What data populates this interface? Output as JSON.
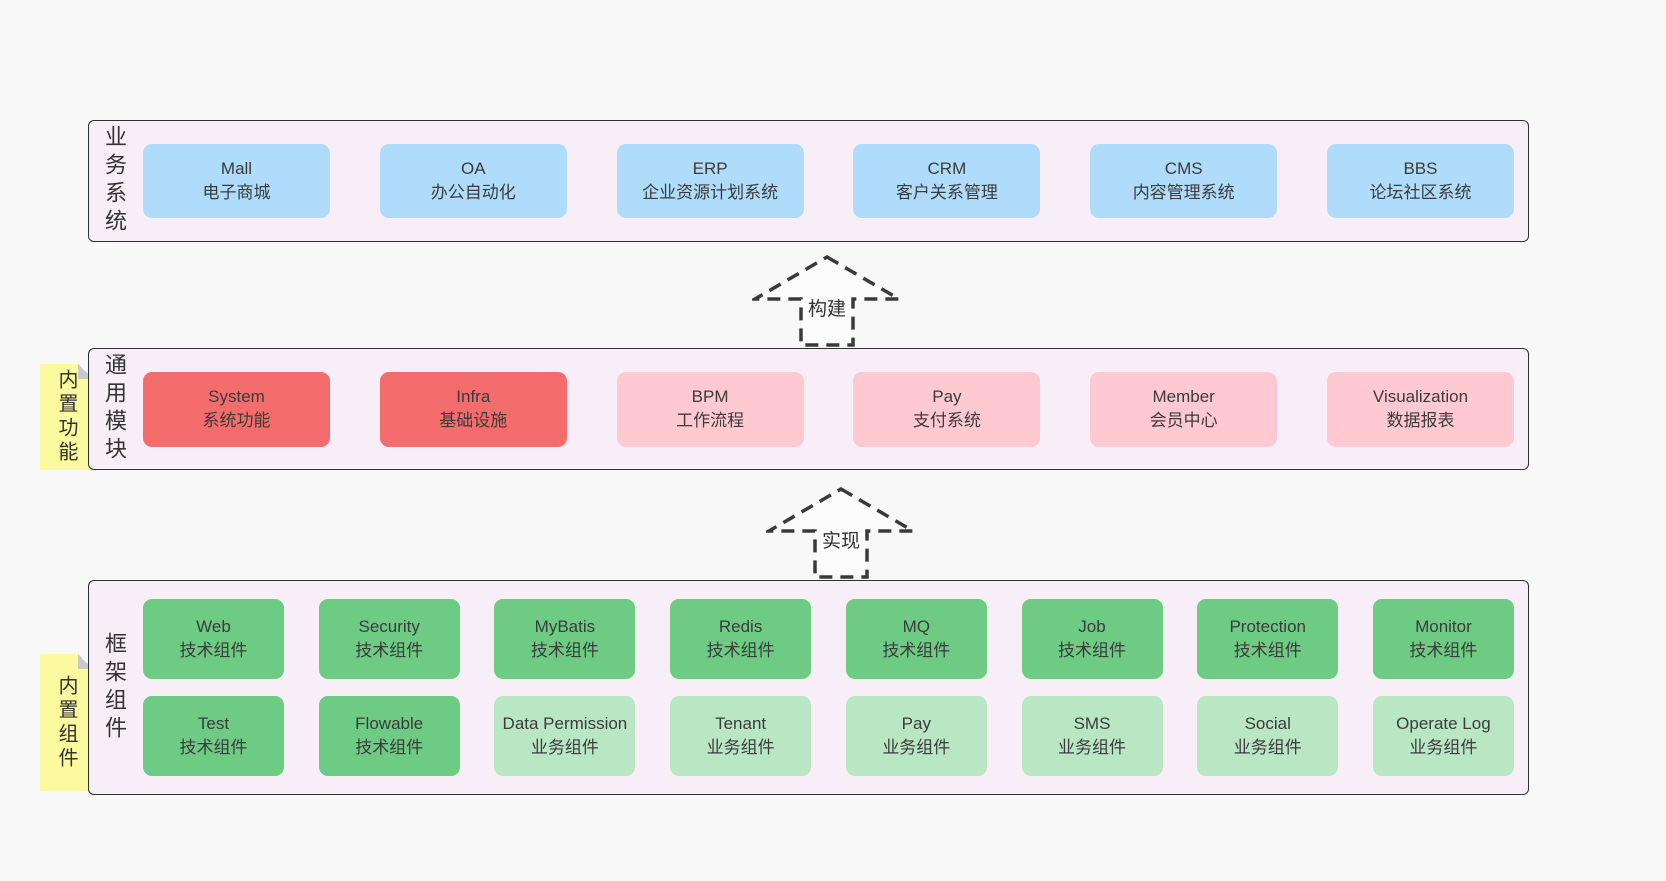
{
  "colors": {
    "page_background": "#f9f8f9",
    "layer_background": "#f8eef7",
    "layer_border": "#2f2f2f",
    "blue_box": "#aedcfa",
    "red_box": "#f56c6c",
    "pink_box": "#ffc9d2",
    "green_box": "#6ecb84",
    "light_green_box": "#b9e7c4",
    "sticky_note": "#fbfa9e",
    "sticky_fold": "#c9c9c9",
    "text": "#3b3b3b"
  },
  "business_layer": {
    "label": "业务系统",
    "boxes": [
      {
        "title": "Mall",
        "subtitle": "电子商城"
      },
      {
        "title": "OA",
        "subtitle": "办公自动化"
      },
      {
        "title": "ERP",
        "subtitle": "企业资源计划系统"
      },
      {
        "title": "CRM",
        "subtitle": "客户关系管理"
      },
      {
        "title": "CMS",
        "subtitle": "内容管理系统"
      },
      {
        "title": "BBS",
        "subtitle": "论坛社区系统"
      }
    ]
  },
  "common_layer": {
    "label": "通用模块",
    "sticky": "内置功能",
    "boxes": [
      {
        "title": "System",
        "subtitle": "系统功能"
      },
      {
        "title": "Infra",
        "subtitle": "基础设施"
      },
      {
        "title": "BPM",
        "subtitle": "工作流程"
      },
      {
        "title": "Pay",
        "subtitle": "支付系统"
      },
      {
        "title": "Member",
        "subtitle": "会员中心"
      },
      {
        "title": "Visualization",
        "subtitle": "数据报表"
      }
    ]
  },
  "framework_layer": {
    "label": "框架组件",
    "sticky": "内置组件",
    "row1": [
      {
        "title": "Web",
        "subtitle": "技术组件"
      },
      {
        "title": "Security",
        "subtitle": "技术组件"
      },
      {
        "title": "MyBatis",
        "subtitle": "技术组件"
      },
      {
        "title": "Redis",
        "subtitle": "技术组件"
      },
      {
        "title": "MQ",
        "subtitle": "技术组件"
      },
      {
        "title": "Job",
        "subtitle": "技术组件"
      },
      {
        "title": "Protection",
        "subtitle": "技术组件"
      },
      {
        "title": "Monitor",
        "subtitle": "技术组件"
      }
    ],
    "row2": [
      {
        "title": "Test",
        "subtitle": "技术组件"
      },
      {
        "title": "Flowable",
        "subtitle": "技术组件"
      },
      {
        "title": "Data Permission",
        "subtitle": "业务组件"
      },
      {
        "title": "Tenant",
        "subtitle": "业务组件"
      },
      {
        "title": "Pay",
        "subtitle": "业务组件"
      },
      {
        "title": "SMS",
        "subtitle": "业务组件"
      },
      {
        "title": "Social",
        "subtitle": "业务组件"
      },
      {
        "title": "Operate Log",
        "subtitle": "业务组件"
      }
    ]
  },
  "arrows": {
    "build": "构建",
    "implement": "实现"
  }
}
